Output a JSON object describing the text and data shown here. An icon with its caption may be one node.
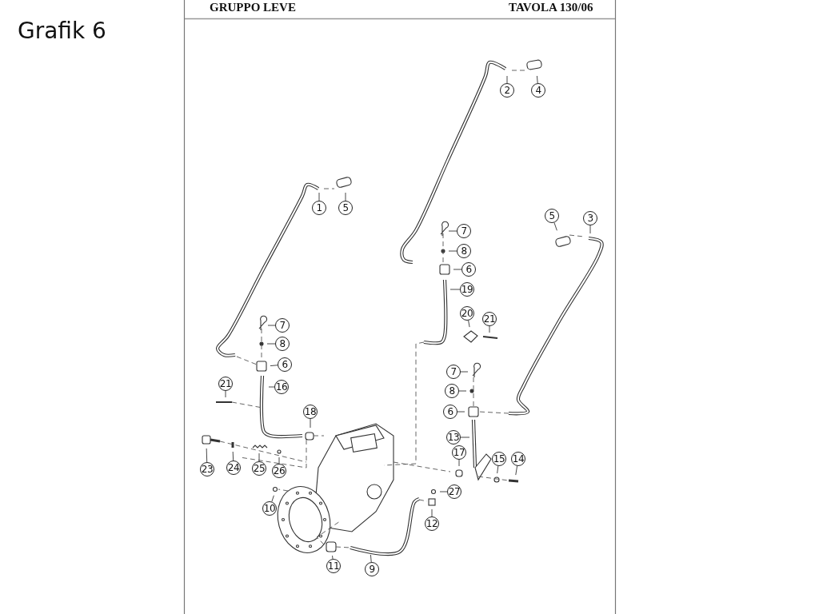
{
  "diagram": {
    "title": "Grafik 6",
    "nodes": [
      {
        "text": [
          "1"
        ]
      },
      {
        "text": [
          "5"
        ]
      },
      {
        "text": [
          "2"
        ]
      },
      {
        "text": [
          "4"
        ]
      },
      {
        "text": [
          "5"
        ]
      },
      {
        "text": [
          "3"
        ]
      },
      {
        "text": [
          "7"
        ]
      },
      {
        "text": [
          "8"
        ]
      },
      {
        "text": [
          "6"
        ]
      },
      {
        "text": [
          "19"
        ]
      },
      {
        "text": [
          "20"
        ]
      },
      {
        "text": [
          "21"
        ]
      },
      {
        "text": [
          "7"
        ]
      },
      {
        "text": [
          "8"
        ]
      },
      {
        "text": [
          "6"
        ]
      },
      {
        "text": [
          "16"
        ]
      },
      {
        "text": [
          "21"
        ]
      },
      {
        "text": [
          "18"
        ]
      },
      {
        "text": [
          "7"
        ]
      },
      {
        "text": [
          "8"
        ]
      },
      {
        "text": [
          "6"
        ]
      },
      {
        "text": [
          "13"
        ]
      },
      {
        "text": [
          "17"
        ]
      },
      {
        "text": [
          "15"
        ]
      },
      {
        "text": [
          "14"
        ]
      },
      {
        "text": [
          "23"
        ]
      },
      {
        "text": [
          "24"
        ]
      },
      {
        "text": [
          "25"
        ]
      },
      {
        "text": [
          "26"
        ]
      },
      {
        "text": [
          "10"
        ]
      },
      {
        "text": [
          "27"
        ]
      },
      {
        "text": [
          "12"
        ]
      },
      {
        "text": [
          "11"
        ]
      },
      {
        "text": [
          "9"
        ]
      }
    ],
    "edges": [
      {
        "from": 0,
        "to": null,
        "arrow": "none"
      },
      {
        "from": 1,
        "to": null,
        "arrow": "none"
      },
      {
        "from": 2,
        "to": null,
        "arrow": "none"
      },
      {
        "from": 3,
        "to": null,
        "arrow": "none"
      },
      {
        "from": 4,
        "to": null,
        "arrow": "none"
      },
      {
        "from": 5,
        "to": null,
        "arrow": "none"
      },
      {
        "from": 6,
        "to": null,
        "arrow": "none"
      },
      {
        "from": 7,
        "to": null,
        "arrow": "none"
      },
      {
        "from": 8,
        "to": null,
        "arrow": "none"
      },
      {
        "from": 9,
        "to": null,
        "arrow": "none"
      },
      {
        "from": 10,
        "to": null,
        "arrow": "none"
      },
      {
        "from": 11,
        "to": null,
        "arrow": "none"
      },
      {
        "from": 12,
        "to": null,
        "arrow": "none"
      },
      {
        "from": 13,
        "to": null,
        "arrow": "none"
      },
      {
        "from": 14,
        "to": null,
        "arrow": "none"
      },
      {
        "from": 15,
        "to": null,
        "arrow": "none"
      },
      {
        "from": 16,
        "to": null,
        "arrow": "none"
      },
      {
        "from": 17,
        "to": null,
        "arrow": "none"
      },
      {
        "from": 18,
        "to": null,
        "arrow": "none"
      },
      {
        "from": 19,
        "to": null,
        "arrow": "none"
      },
      {
        "from": 20,
        "to": null,
        "arrow": "none"
      },
      {
        "from": 21,
        "to": null,
        "arrow": "none"
      },
      {
        "from": 22,
        "to": null,
        "arrow": "none"
      },
      {
        "from": 23,
        "to": null,
        "arrow": "none"
      },
      {
        "from": 24,
        "to": null,
        "arrow": "none"
      },
      {
        "from": 25,
        "to": null,
        "arrow": "none"
      },
      {
        "from": 26,
        "to": null,
        "arrow": "none"
      },
      {
        "from": 27,
        "to": null,
        "arrow": "none"
      },
      {
        "from": 28,
        "to": null,
        "arrow": "none"
      },
      {
        "from": 29,
        "to": null,
        "arrow": "none"
      },
      {
        "from": 30,
        "to": null,
        "arrow": "none"
      },
      {
        "from": 31,
        "to": null,
        "arrow": "none"
      },
      {
        "from": 32,
        "to": null,
        "arrow": "none"
      },
      {
        "from": 33,
        "to": null,
        "arrow": "none"
      }
    ],
    "labels": [
      "GRUPPO LEVE",
      "TAVOLA 130/06"
    ]
  }
}
